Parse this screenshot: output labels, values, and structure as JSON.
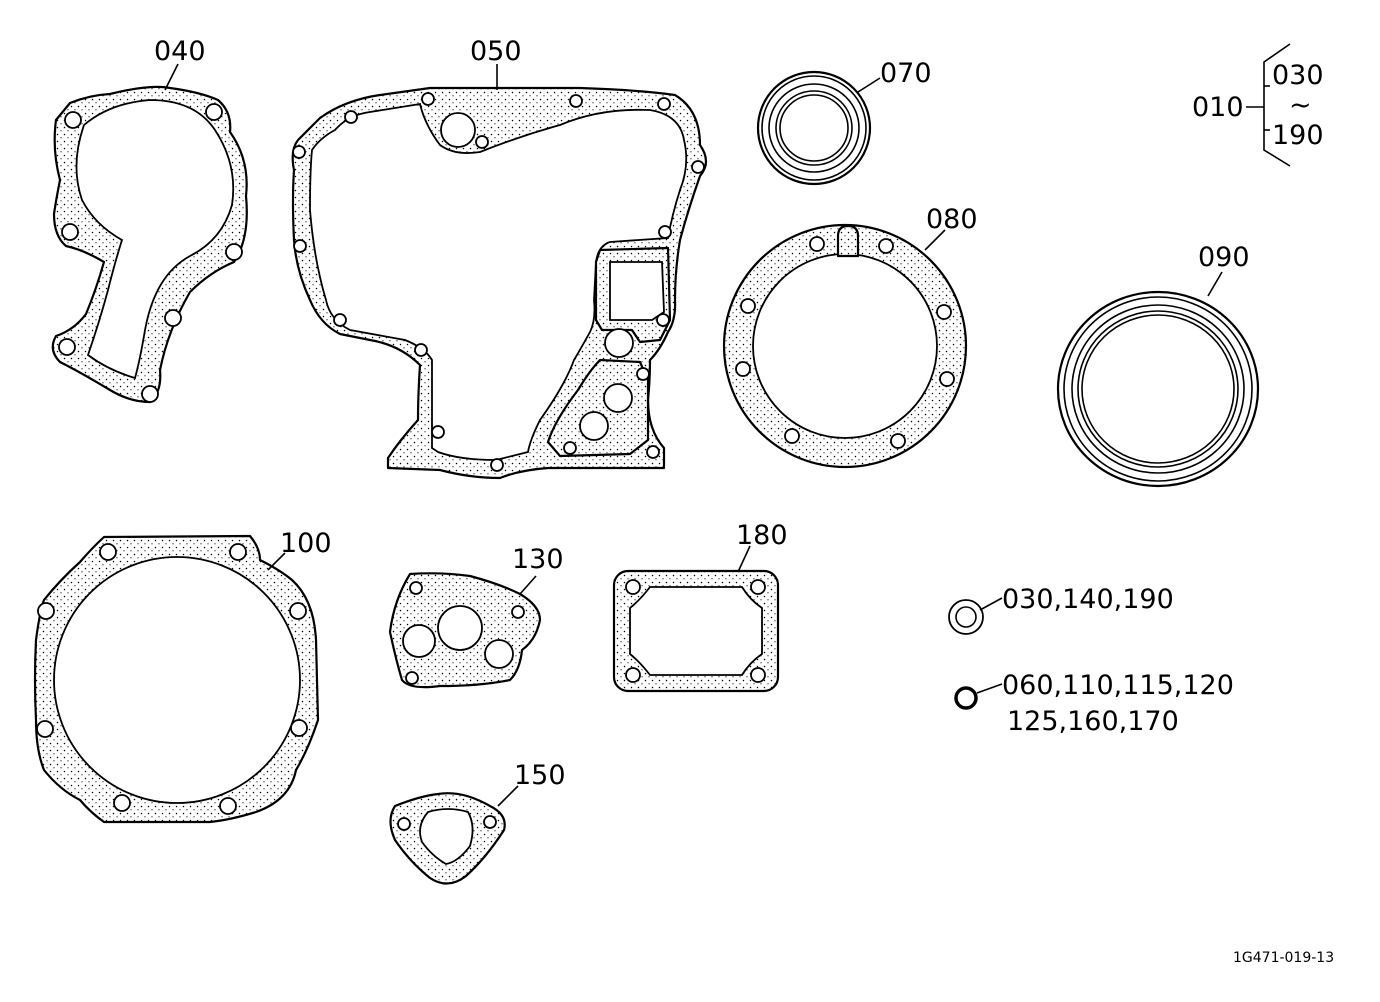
{
  "colors": {
    "line": "#000000",
    "background": "#ffffff",
    "stipple": "#000000"
  },
  "parts": {
    "p010": "010",
    "p030_range_start": "030",
    "range_tilde": "~",
    "p190_range_end": "190",
    "p040": "040",
    "p050": "050",
    "p070": "070",
    "p080": "080",
    "p090": "090",
    "p100": "100",
    "p130": "130",
    "p150": "150",
    "p180": "180",
    "washer_group": "030,140,190",
    "oring_group_line1": "060,110,115,120",
    "oring_group_line2": "125,160,170"
  },
  "drawing_number": "1G471-019-13"
}
